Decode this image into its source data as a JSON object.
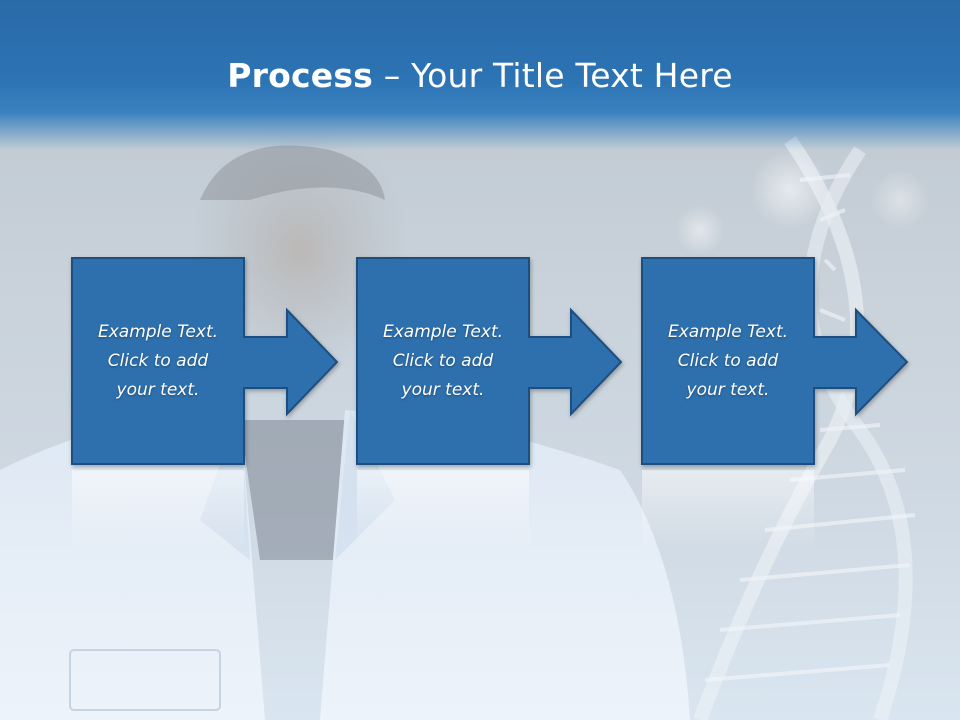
{
  "slide": {
    "title_bold": "Process",
    "title_rest": " – Your Title Text Here"
  },
  "steps": [
    {
      "label": "Example Text.\nClick  to add\nyour text."
    },
    {
      "label": "Example Text.\nClick  to add\nyour text."
    },
    {
      "label": "Example Text.\nClick  to add\nyour text."
    }
  ],
  "colors": {
    "title_bar": "#2c74b4",
    "box_fill": "#2f6fad",
    "box_border": "#1f4f80"
  },
  "icons": [
    "right-arrow-icon",
    "dna-helix-illustration"
  ]
}
